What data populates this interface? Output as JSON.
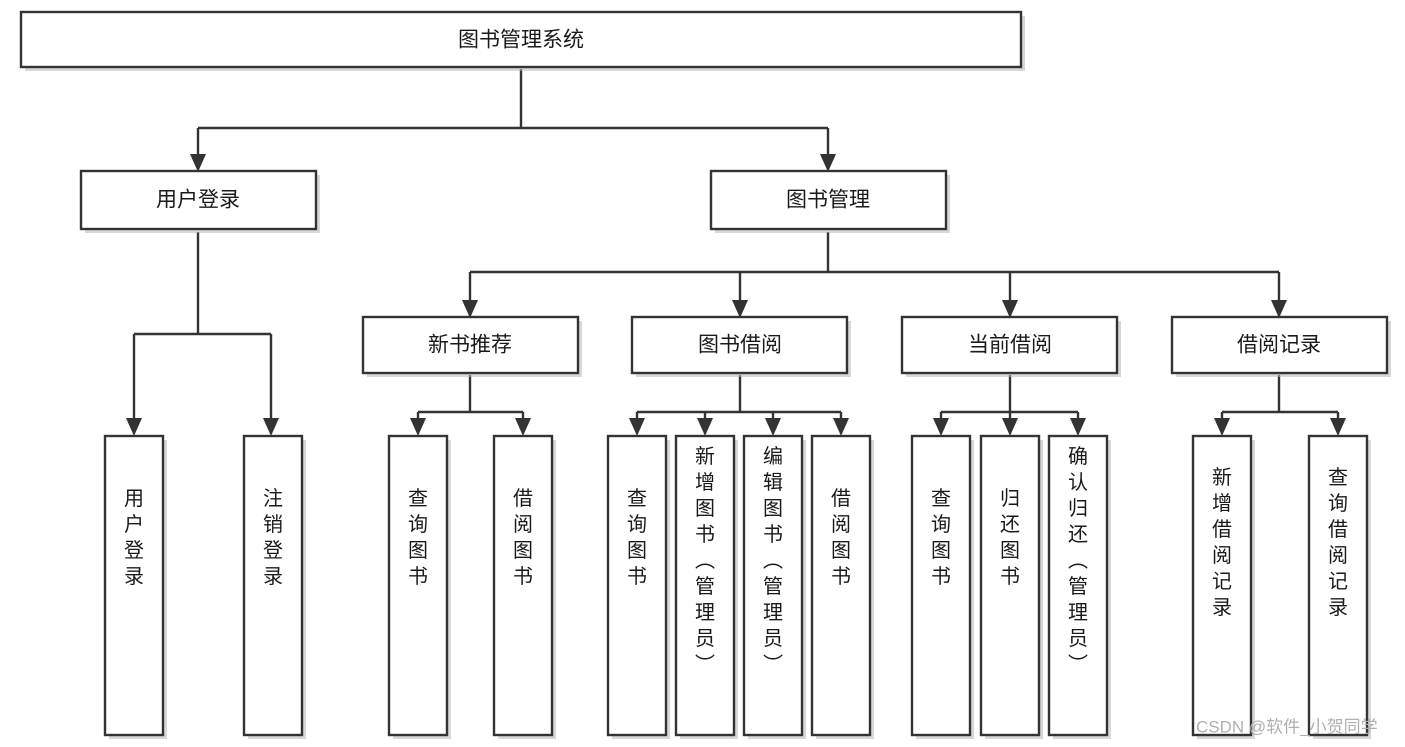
{
  "diagram": {
    "title": "图书管理系统",
    "type": "hierarchy-tree",
    "watermark": "CSDN @软件_小贺同学",
    "colors": {
      "stroke": "#333333",
      "box_fill": "#ffffff",
      "text": "#1a1a1a",
      "background": "#ffffff",
      "watermark": "#b0b0b0"
    },
    "root": {
      "id": "root",
      "label": "图书管理系统"
    },
    "level1": [
      {
        "id": "user-login",
        "label": "用户登录"
      },
      {
        "id": "book-manage",
        "label": "图书管理"
      }
    ],
    "level2": [
      {
        "id": "new-book-recommend",
        "label": "新书推荐",
        "parent": "book-manage"
      },
      {
        "id": "book-borrow",
        "label": "图书借阅",
        "parent": "book-manage"
      },
      {
        "id": "current-borrow",
        "label": "当前借阅",
        "parent": "book-manage"
      },
      {
        "id": "borrow-record",
        "label": "借阅记录",
        "parent": "book-manage"
      }
    ],
    "leaves": {
      "user-login": [
        {
          "id": "leaf-user-login",
          "label": "用户登录"
        },
        {
          "id": "leaf-logout",
          "label": "注销登录"
        }
      ],
      "new-book-recommend": [
        {
          "id": "leaf-query-book-1",
          "label": "查询图书"
        },
        {
          "id": "leaf-borrow-book-1",
          "label": "借阅图书"
        }
      ],
      "book-borrow": [
        {
          "id": "leaf-query-book-2",
          "label": "查询图书"
        },
        {
          "id": "leaf-add-book",
          "label": "新增图书（管理员）"
        },
        {
          "id": "leaf-edit-book",
          "label": "编辑图书（管理员）"
        },
        {
          "id": "leaf-borrow-book-2",
          "label": "借阅图书"
        }
      ],
      "current-borrow": [
        {
          "id": "leaf-query-book-3",
          "label": "查询图书"
        },
        {
          "id": "leaf-return-book",
          "label": "归还图书"
        },
        {
          "id": "leaf-confirm-return",
          "label": "确认归还（管理员）"
        }
      ],
      "borrow-record": [
        {
          "id": "leaf-add-record",
          "label": "新增借阅记录"
        },
        {
          "id": "leaf-query-record",
          "label": "查询借阅记录"
        }
      ]
    }
  }
}
